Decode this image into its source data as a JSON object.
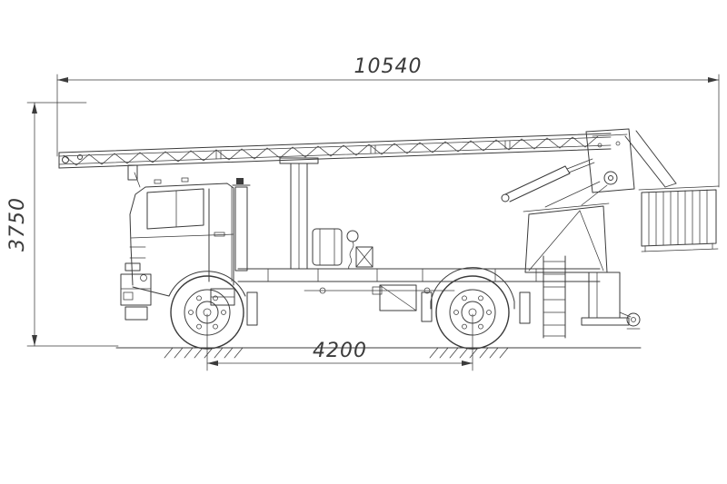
{
  "page": {
    "background": "#ffffff",
    "line_color": "#3b3b3b"
  },
  "diagram": {
    "type": "technical-drawing",
    "subject": "truck-mounted-telescopic-aerial-platform-side-view",
    "dimensions": {
      "overall_length": "10540",
      "overall_height": "3750",
      "wheelbase": "4200"
    }
  }
}
